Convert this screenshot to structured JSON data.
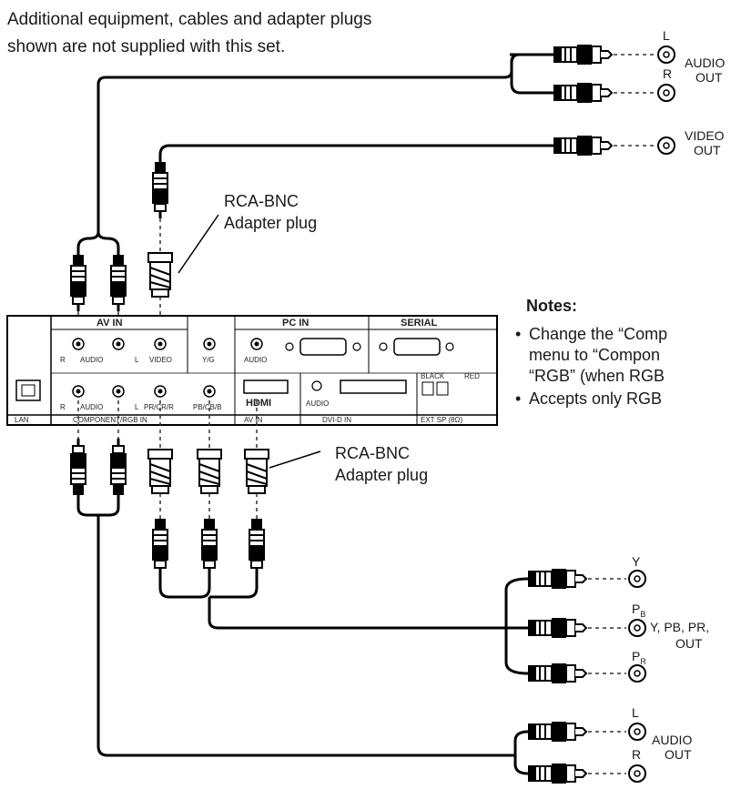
{
  "header": {
    "line1": "Additional equipment, cables and adapter plugs",
    "line2": "shown are not supplied with this set."
  },
  "callouts": {
    "adapter_top": {
      "line1": "RCA-BNC",
      "line2": "Adapter plug"
    },
    "adapter_bottom": {
      "line1": "RCA-BNC",
      "line2": "Adapter plug"
    }
  },
  "notes": {
    "title": "Notes:",
    "items": [
      [
        "Change the “Comp",
        "menu to “Compon",
        "“RGB” (when RGB"
      ],
      [
        "Accepts only RGB"
      ]
    ]
  },
  "outputs": {
    "audio_top": {
      "l": "L",
      "r": "R",
      "line1": "AUDIO",
      "line2": "OUT"
    },
    "video": {
      "line1": "VIDEO",
      "line2": "OUT"
    },
    "component": {
      "y": "Y",
      "pb_main": "P",
      "pb_sub": "B",
      "pr_main": "P",
      "pr_sub": "R",
      "desc_line1": "Y, PB, PR,",
      "desc_line2": "OUT"
    },
    "audio_bottom": {
      "l": "L",
      "r": "R",
      "line1": "AUDIO",
      "line2": "OUT"
    }
  },
  "panel": {
    "av_in": "AV IN",
    "pc_in": "PC IN",
    "serial": "SERIAL",
    "r": "R",
    "audio_l": "AUDIO",
    "l": "L",
    "video": "VIDEO",
    "y_g": "Y/G",
    "audio": "AUDIO",
    "black": "BLACK",
    "red": "RED",
    "pr_r": "PR/CR/R",
    "pb_b": "PB/CB/B",
    "hdmi": "HDMI",
    "audio2": "AUDIO",
    "lan": "LAN",
    "component_rgb_in": "COMPONENT/RGB IN",
    "av_in_bottom": "AV IN",
    "dvi_d_in": "DVI-D IN",
    "ext_sp": "EXT SP (8Ω)"
  }
}
